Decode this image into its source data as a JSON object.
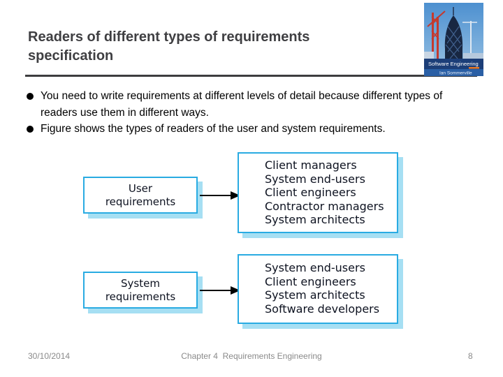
{
  "slide": {
    "title": "Readers of different types of requirements specification",
    "bullets": [
      "You need to write requirements at different levels of detail because different types of readers use them in different ways.",
      "Figure shows the types of readers of the user and system requirements."
    ]
  },
  "book_cover": {
    "title": "Software Engineering",
    "author": "Ian Sommerville"
  },
  "diagram": {
    "rows": [
      {
        "source": "User requirements",
        "readers": [
          "Client managers",
          "System end-users",
          "Client engineers",
          "Contractor managers",
          "System architects"
        ]
      },
      {
        "source": "System requirements",
        "readers": [
          "System end-users",
          "Client engineers",
          "System architects",
          "Software developers"
        ]
      }
    ]
  },
  "footer": {
    "date": "30/10/2014",
    "center": "Chapter 4  Requirements Engineering",
    "page": "8"
  },
  "colors": {
    "box_border": "#29abe2",
    "box_shadow": "#a6dff3",
    "title_text": "#3f3f42",
    "divider": "#3d3d3f",
    "footer_text": "#8a8a8a",
    "cover_band": "#1c3e78"
  }
}
